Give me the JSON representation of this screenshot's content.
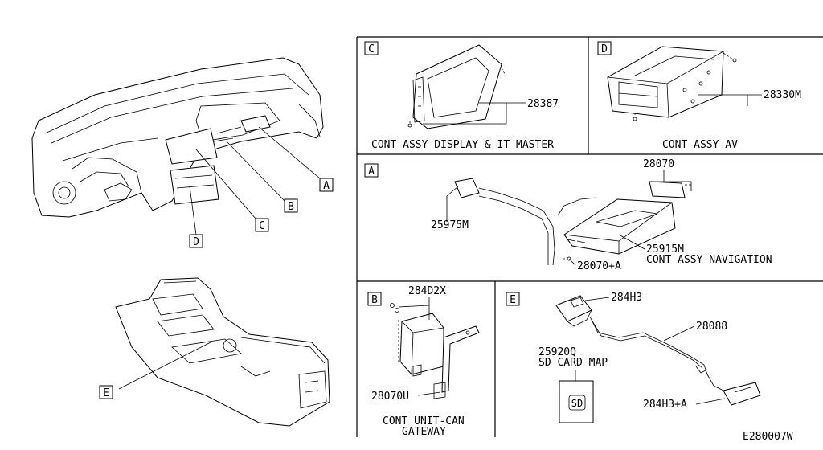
{
  "callouts": {
    "a": "A",
    "b": "B",
    "c": "C",
    "d": "D",
    "e": "E"
  },
  "panels": {
    "c": {
      "tag": "C",
      "part": "28387",
      "caption": "CONT ASSY-DISPLAY & IT MASTER"
    },
    "d": {
      "tag": "D",
      "part": "28330M",
      "caption": "CONT ASSY-AV"
    },
    "a": {
      "tag": "A",
      "parts": [
        "28070",
        "25975M",
        "25915M",
        "28070+A"
      ],
      "caption": "CONT ASSY-NAVIGATION"
    },
    "b": {
      "tag": "B",
      "parts": [
        "284D2X",
        "28070U"
      ],
      "caption_line1": "CONT UNIT-CAN",
      "caption_line2": "GATEWAY"
    },
    "e": {
      "tag": "E",
      "parts": [
        "284H3",
        "28088",
        "284H3+A"
      ],
      "sd_part": "25920Q",
      "sd_name": "SD CARD MAP",
      "sd_label": "SD"
    }
  },
  "diagram_code": "E280007W"
}
